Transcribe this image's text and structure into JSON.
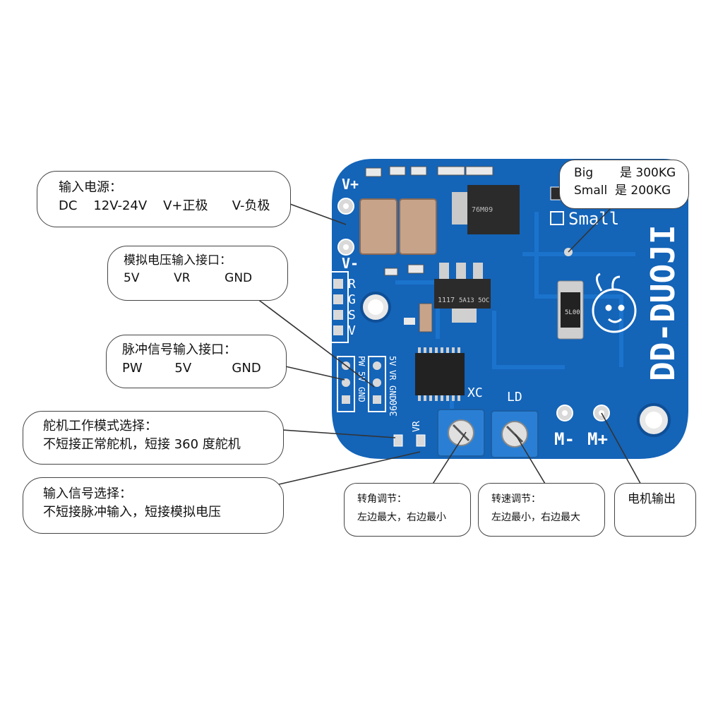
{
  "colors": {
    "pcb": "#1464b8",
    "pcb_trace": "#1b73cc",
    "silkscreen": "#ffffff",
    "trimpot": "#2a7fd4"
  },
  "board": {
    "name": "DD-DUOJI",
    "pins_left_top": [
      "V+",
      "V-"
    ],
    "pins_rgsv": [
      "R",
      "G",
      "S",
      "V"
    ],
    "pins_pw": [
      "PW",
      "5V",
      "GND"
    ],
    "pins_vr": [
      "5V",
      "VR",
      "GND"
    ],
    "jumper_360": "360",
    "jumper_vr": "VR",
    "pot_xc": "XC",
    "pot_ld": "LD",
    "motor_minus": "M-",
    "motor_plus": "M+",
    "size_small": "Small",
    "ic_small_text": "1117",
    "ic_mark": "5A13 5OC",
    "resistor_text": "5L00",
    "reg_text": "76M09"
  },
  "callouts": {
    "power": {
      "line1": "输入电源：",
      "line2": "DC    12V-24V    V+正极      V-负极"
    },
    "analog": {
      "line1": "模拟电压输入接口：",
      "line2": "5V         VR         GND"
    },
    "pulse": {
      "line1": "脉冲信号输入接口：",
      "line2": "PW        5V          GND"
    },
    "mode": {
      "line1": "舵机工作模式选择：",
      "line2": "不短接正常舵机，短接 360 度舵机"
    },
    "signal": {
      "line1": "输入信号选择：",
      "line2": "不短接脉冲输入，短接模拟电压"
    },
    "size": {
      "line1": "Big       是 300KG",
      "line2": "Small  是 200KG"
    },
    "angle": {
      "line1": "转角调节：",
      "line2": "左边最大，右边最小"
    },
    "speed": {
      "line1": "转速调节：",
      "line2": "左边最小，右边最大"
    },
    "motor_out": {
      "line1": "电机输出"
    }
  }
}
